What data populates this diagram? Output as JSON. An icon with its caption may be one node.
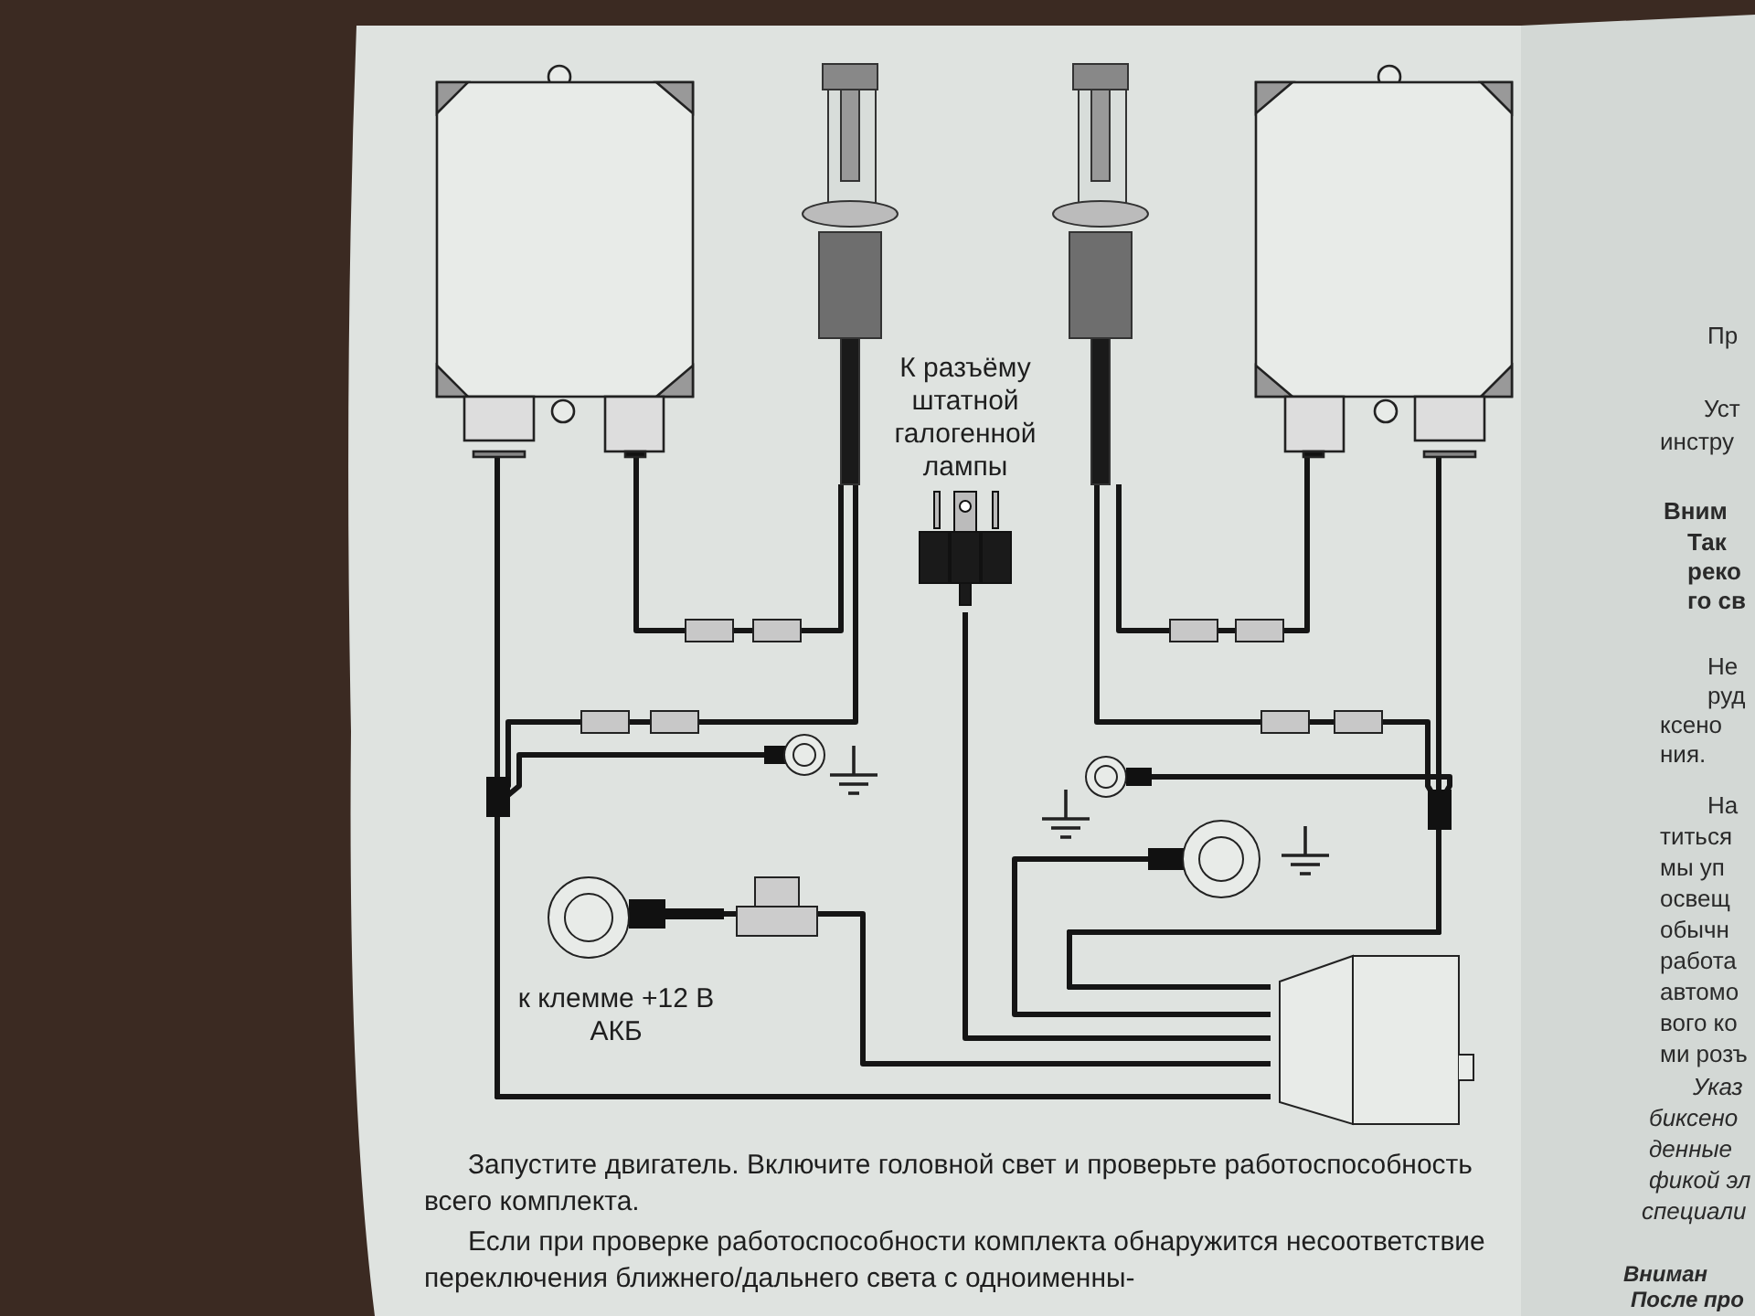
{
  "diagram": {
    "nodes": [
      {
        "text": [],
        "shape": "box"
      },
      {
        "text": [],
        "shape": "picture"
      },
      {
        "text": [],
        "shape": "picture"
      },
      {
        "text": [],
        "shape": "box"
      },
      {
        "text": [
          "К разъёму штатной галогенной лампы"
        ]
      },
      {
        "text": [],
        "shape": "circle"
      },
      {
        "text": [],
        "shape": "circle"
      },
      {
        "text": [],
        "shape": "circle"
      },
      {
        "text": [
          "к клемме +12 В АКБ"
        ]
      },
      {
        "text": [],
        "shape": "box"
      },
      {
        "text": [],
        "shape": "box"
      }
    ],
    "edges": [
      {
        "from": 0,
        "to": 1,
        "arrow": "none"
      },
      {
        "from": 3,
        "to": 2,
        "arrow": "none"
      },
      {
        "from": 0,
        "to": 10,
        "arrow": "none"
      },
      {
        "from": 1,
        "to": 10,
        "arrow": "none"
      },
      {
        "from": 5,
        "to": 10,
        "arrow": "none"
      },
      {
        "from": 3,
        "to": 10,
        "arrow": "none"
      },
      {
        "from": 2,
        "to": 10,
        "arrow": "none"
      },
      {
        "from": 6,
        "to": 10,
        "arrow": "none"
      },
      {
        "from": 7,
        "to": 10,
        "arrow": "none"
      },
      {
        "from": 4,
        "to": 10,
        "arrow": "none"
      },
      {
        "from": 8,
        "to": 9,
        "arrow": "none"
      },
      {
        "from": 9,
        "to": 10,
        "arrow": "none"
      }
    ],
    "labels": [
      "Запустите двигатель. Включите головной свет и проверьте работоспособность всего комплекта.",
      "Если при проверке работоспособности комплекта обнаружится несоответствие переключения ближнего/дальнего света с одноименны-",
      "Пр",
      "Уст",
      "инстру",
      "Вним",
      "Так",
      "реко",
      "го св",
      "Не",
      "руд",
      "ксено",
      "ния.",
      "На",
      "титься",
      "мы уп",
      "освещ",
      "обычн",
      "работа",
      "автомо",
      "вого ко",
      "ми розъ",
      "Указ",
      "биксено",
      "денные",
      "фикой эл",
      "специали",
      "Вниман",
      "После про"
    ]
  }
}
